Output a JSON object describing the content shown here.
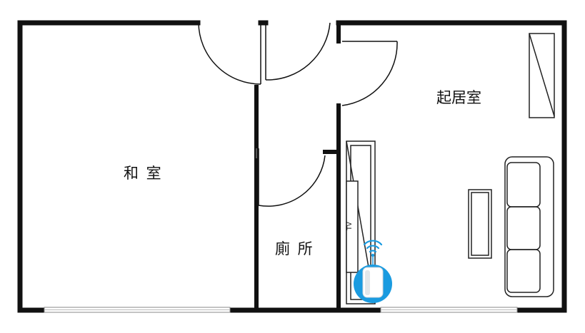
{
  "rooms": {
    "washitsu": "和 室",
    "toilet": "廁 所",
    "living": "起居室"
  },
  "tv_label": "TV",
  "router": {
    "icon": "wifi-router-icon",
    "badge_color": "#1a9be0",
    "signal_color": "#1a9be0"
  },
  "colors": {
    "wall": "#111111",
    "line": "#222222",
    "window": "#bbbbbb"
  }
}
